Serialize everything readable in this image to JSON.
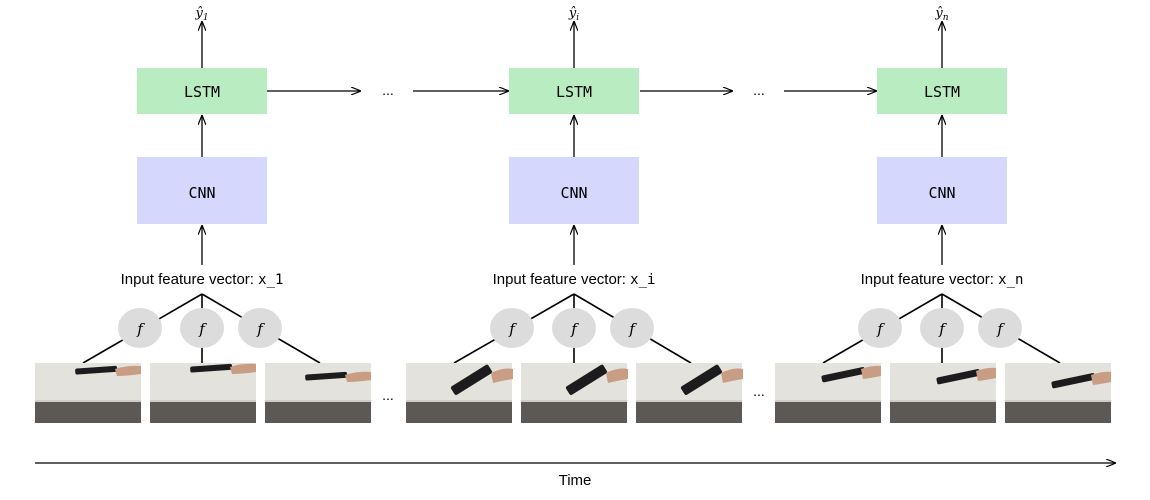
{
  "colors": {
    "lstm_fill": "#b9ecc1",
    "cnn_fill": "#d6d7fd",
    "f_fill": "#dcdcdc",
    "line": "#000000",
    "wall": "#e3e2dc",
    "table": "#5b5855",
    "device": "#1c1c1e",
    "skin": "#c99d83"
  },
  "columns": [
    {
      "output_var": "ŷ",
      "output_sub": "1",
      "lstm_label": "LSTM",
      "cnn_label": "CNN",
      "input_prefix": "Input feature vector: ",
      "input_var": "x_1",
      "f_label": "f",
      "frame_pose": "horizontal"
    },
    {
      "output_var": "ŷ",
      "output_sub": "i",
      "lstm_label": "LSTM",
      "cnn_label": "CNN",
      "input_prefix": "Input feature vector: ",
      "input_var": "x_i",
      "f_label": "f",
      "frame_pose": "tilted-down"
    },
    {
      "output_var": "ŷ",
      "output_sub": "n",
      "lstm_label": "LSTM",
      "cnn_label": "CNN",
      "input_prefix": "Input feature vector: ",
      "input_var": "x_n",
      "f_label": "f",
      "frame_pose": "tilted-up"
    }
  ],
  "ellipsis": "...",
  "time_label": "Time"
}
